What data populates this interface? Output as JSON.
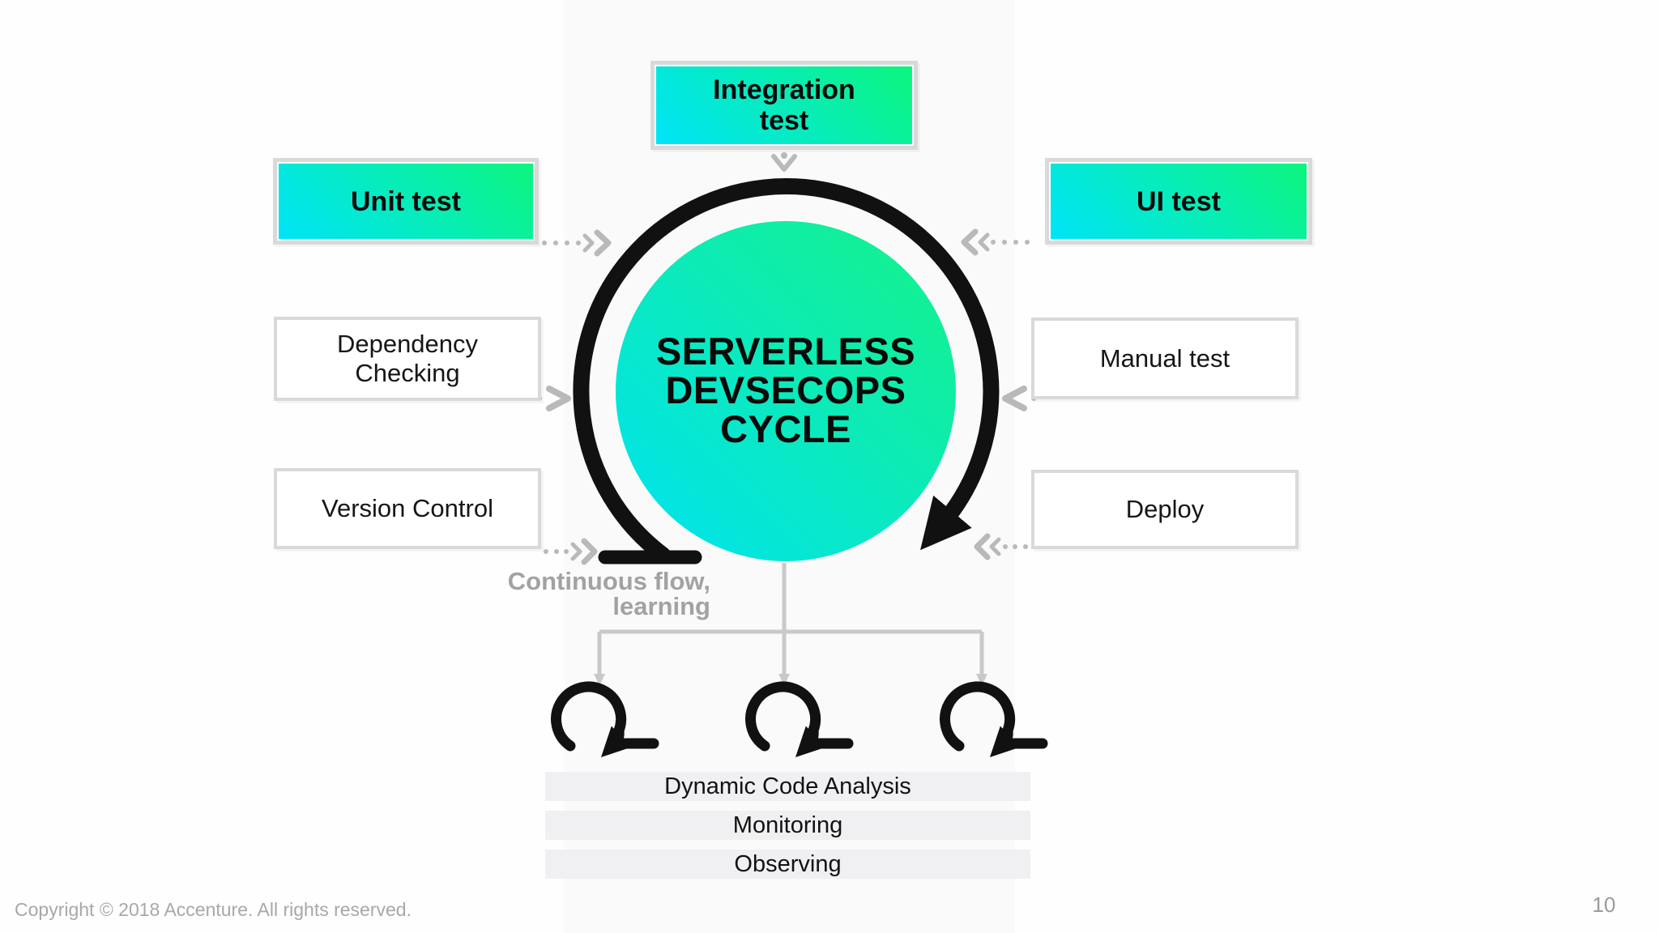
{
  "slide": {
    "footer": "Copyright © 2018 Accenture. All rights reserved.",
    "page_number": "10"
  },
  "center": {
    "title": "SERVERLESS\nDEVSECOPS\nCYCLE",
    "note": "Continuous flow,\nlearning"
  },
  "top_box": {
    "label": "Integration\ntest",
    "style": "gradient"
  },
  "left_boxes": [
    {
      "label": "Unit test",
      "style": "gradient"
    },
    {
      "label": "Dependency\nChecking",
      "style": "plain"
    },
    {
      "label": "Version Control",
      "style": "plain"
    }
  ],
  "right_boxes": [
    {
      "label": "UI test",
      "style": "gradient"
    },
    {
      "label": "Manual test",
      "style": "plain"
    },
    {
      "label": "Deploy",
      "style": "plain"
    }
  ],
  "bottom_bars": [
    {
      "label": "Dynamic Code Analysis"
    },
    {
      "label": "Monitoring"
    },
    {
      "label": "Observing"
    }
  ],
  "icons": {
    "cycle-arrow-icon": "large black clockwise open-circle arrow around center circle",
    "loop-icon": "small black clockwise loop arrow, repeated three times",
    "down-chevron-icon": "gray chevron pointing down below Integration test",
    "dotted-arrow-icon": "gray dotted arrows linking side boxes to the cycle",
    "branch-arrow-icon": "gray connector splitting into three down arrows"
  },
  "colors": {
    "gradient_from_cyan": "#00e4f8",
    "gradient_to_green": "#0df57e",
    "frame_gray": "#d9d9d9",
    "arrow_gray": "#b9b9b9",
    "connector_gray": "#c9c9c9",
    "bar_background": "#f0f0f3",
    "note_gray": "#a2a2a2",
    "ink_black": "#111111"
  }
}
